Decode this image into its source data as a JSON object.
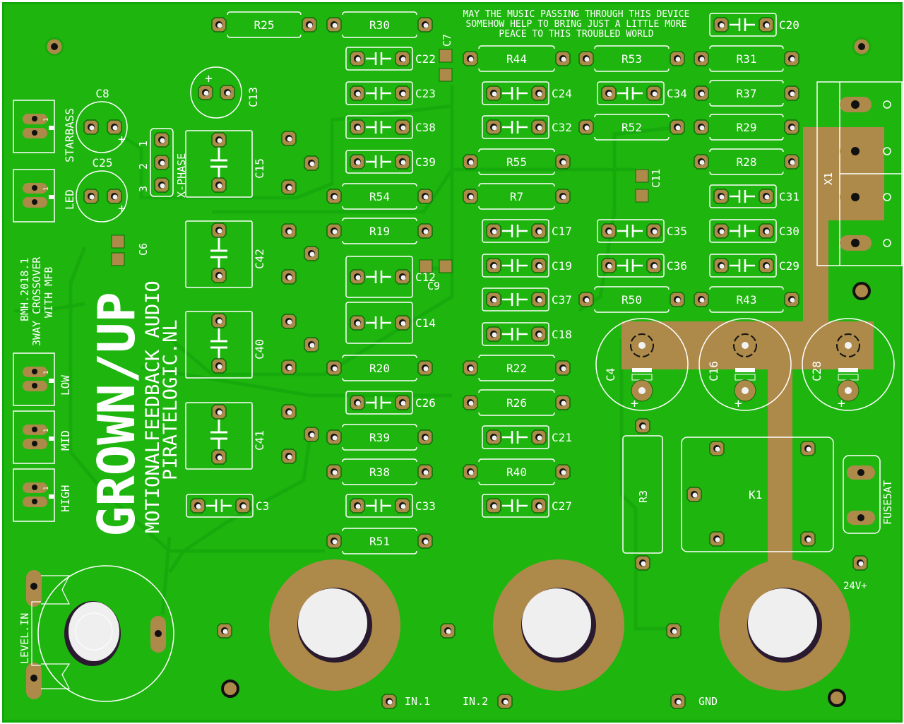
{
  "board": {
    "title": "GROWN/UP",
    "subtitle_1": "MOTIONALFEEDBACK AUDIO",
    "subtitle_2": "PIRATELOGIC.NL",
    "version_1": "BMH.2018.1",
    "version_2": "3WAY CROSSOVER",
    "version_3": "WITH MFB",
    "dedication": [
      "MAY THE MUSIC PASSING THROUGH THIS DEVICE",
      "SOMEHOW HELP TO BRING JUST A LITTLE MORE",
      "PEACE TO THIS TROUBLED WORLD"
    ],
    "colors": {
      "substrate": "#1eb50e",
      "edge": "#12a80a",
      "copper": "#ad8a4a",
      "silkscreen": "#ffffff",
      "trace": "#17a90c",
      "drill": "#111111"
    }
  },
  "connectors": {
    "starbass": "STARBASS",
    "led": "LED",
    "low": "LOW",
    "mid": "MID",
    "high": "HIGH",
    "pin1": "1",
    "x_phase": "X-PHASE",
    "x_phase_pins": [
      "1",
      "2",
      "3"
    ],
    "x1": "X1",
    "fuse": "FUSE5AT",
    "level_in": "LEVEL.IN",
    "in1": "IN.1",
    "in2": "IN.2",
    "gnd": "GND",
    "v24": "24V+",
    "k1": "K1",
    "r3": "R3"
  },
  "resistors": [
    {
      "ref": "R25"
    },
    {
      "ref": "R30"
    },
    {
      "ref": "R44"
    },
    {
      "ref": "R53"
    },
    {
      "ref": "R31"
    },
    {
      "ref": "R37"
    },
    {
      "ref": "R52"
    },
    {
      "ref": "R29"
    },
    {
      "ref": "R55"
    },
    {
      "ref": "R28"
    },
    {
      "ref": "R54"
    },
    {
      "ref": "R7"
    },
    {
      "ref": "R19"
    },
    {
      "ref": "R50"
    },
    {
      "ref": "R43"
    },
    {
      "ref": "R20"
    },
    {
      "ref": "R22"
    },
    {
      "ref": "R26"
    },
    {
      "ref": "R39"
    },
    {
      "ref": "R38"
    },
    {
      "ref": "R40"
    },
    {
      "ref": "R51"
    }
  ],
  "capacitors": [
    {
      "ref": "C20"
    },
    {
      "ref": "C22"
    },
    {
      "ref": "C23"
    },
    {
      "ref": "C24"
    },
    {
      "ref": "C34"
    },
    {
      "ref": "C38"
    },
    {
      "ref": "C32"
    },
    {
      "ref": "C39"
    },
    {
      "ref": "C31"
    },
    {
      "ref": "C17"
    },
    {
      "ref": "C35"
    },
    {
      "ref": "C30"
    },
    {
      "ref": "C12"
    },
    {
      "ref": "C19"
    },
    {
      "ref": "C36"
    },
    {
      "ref": "C29"
    },
    {
      "ref": "C37"
    },
    {
      "ref": "C14"
    },
    {
      "ref": "C18"
    },
    {
      "ref": "C26"
    },
    {
      "ref": "C21"
    },
    {
      "ref": "C33"
    },
    {
      "ref": "C27"
    },
    {
      "ref": "C3"
    }
  ],
  "box_caps": [
    {
      "ref": "C15"
    },
    {
      "ref": "C42"
    },
    {
      "ref": "C40"
    },
    {
      "ref": "C41"
    }
  ],
  "smd_caps": [
    {
      "ref": "C7"
    },
    {
      "ref": "C11"
    },
    {
      "ref": "C6"
    },
    {
      "ref": "C9"
    }
  ],
  "elcaps": [
    {
      "ref": "C8"
    },
    {
      "ref": "C25"
    },
    {
      "ref": "C13"
    },
    {
      "ref": "C4"
    },
    {
      "ref": "C16"
    },
    {
      "ref": "C28"
    }
  ],
  "plus": "+"
}
